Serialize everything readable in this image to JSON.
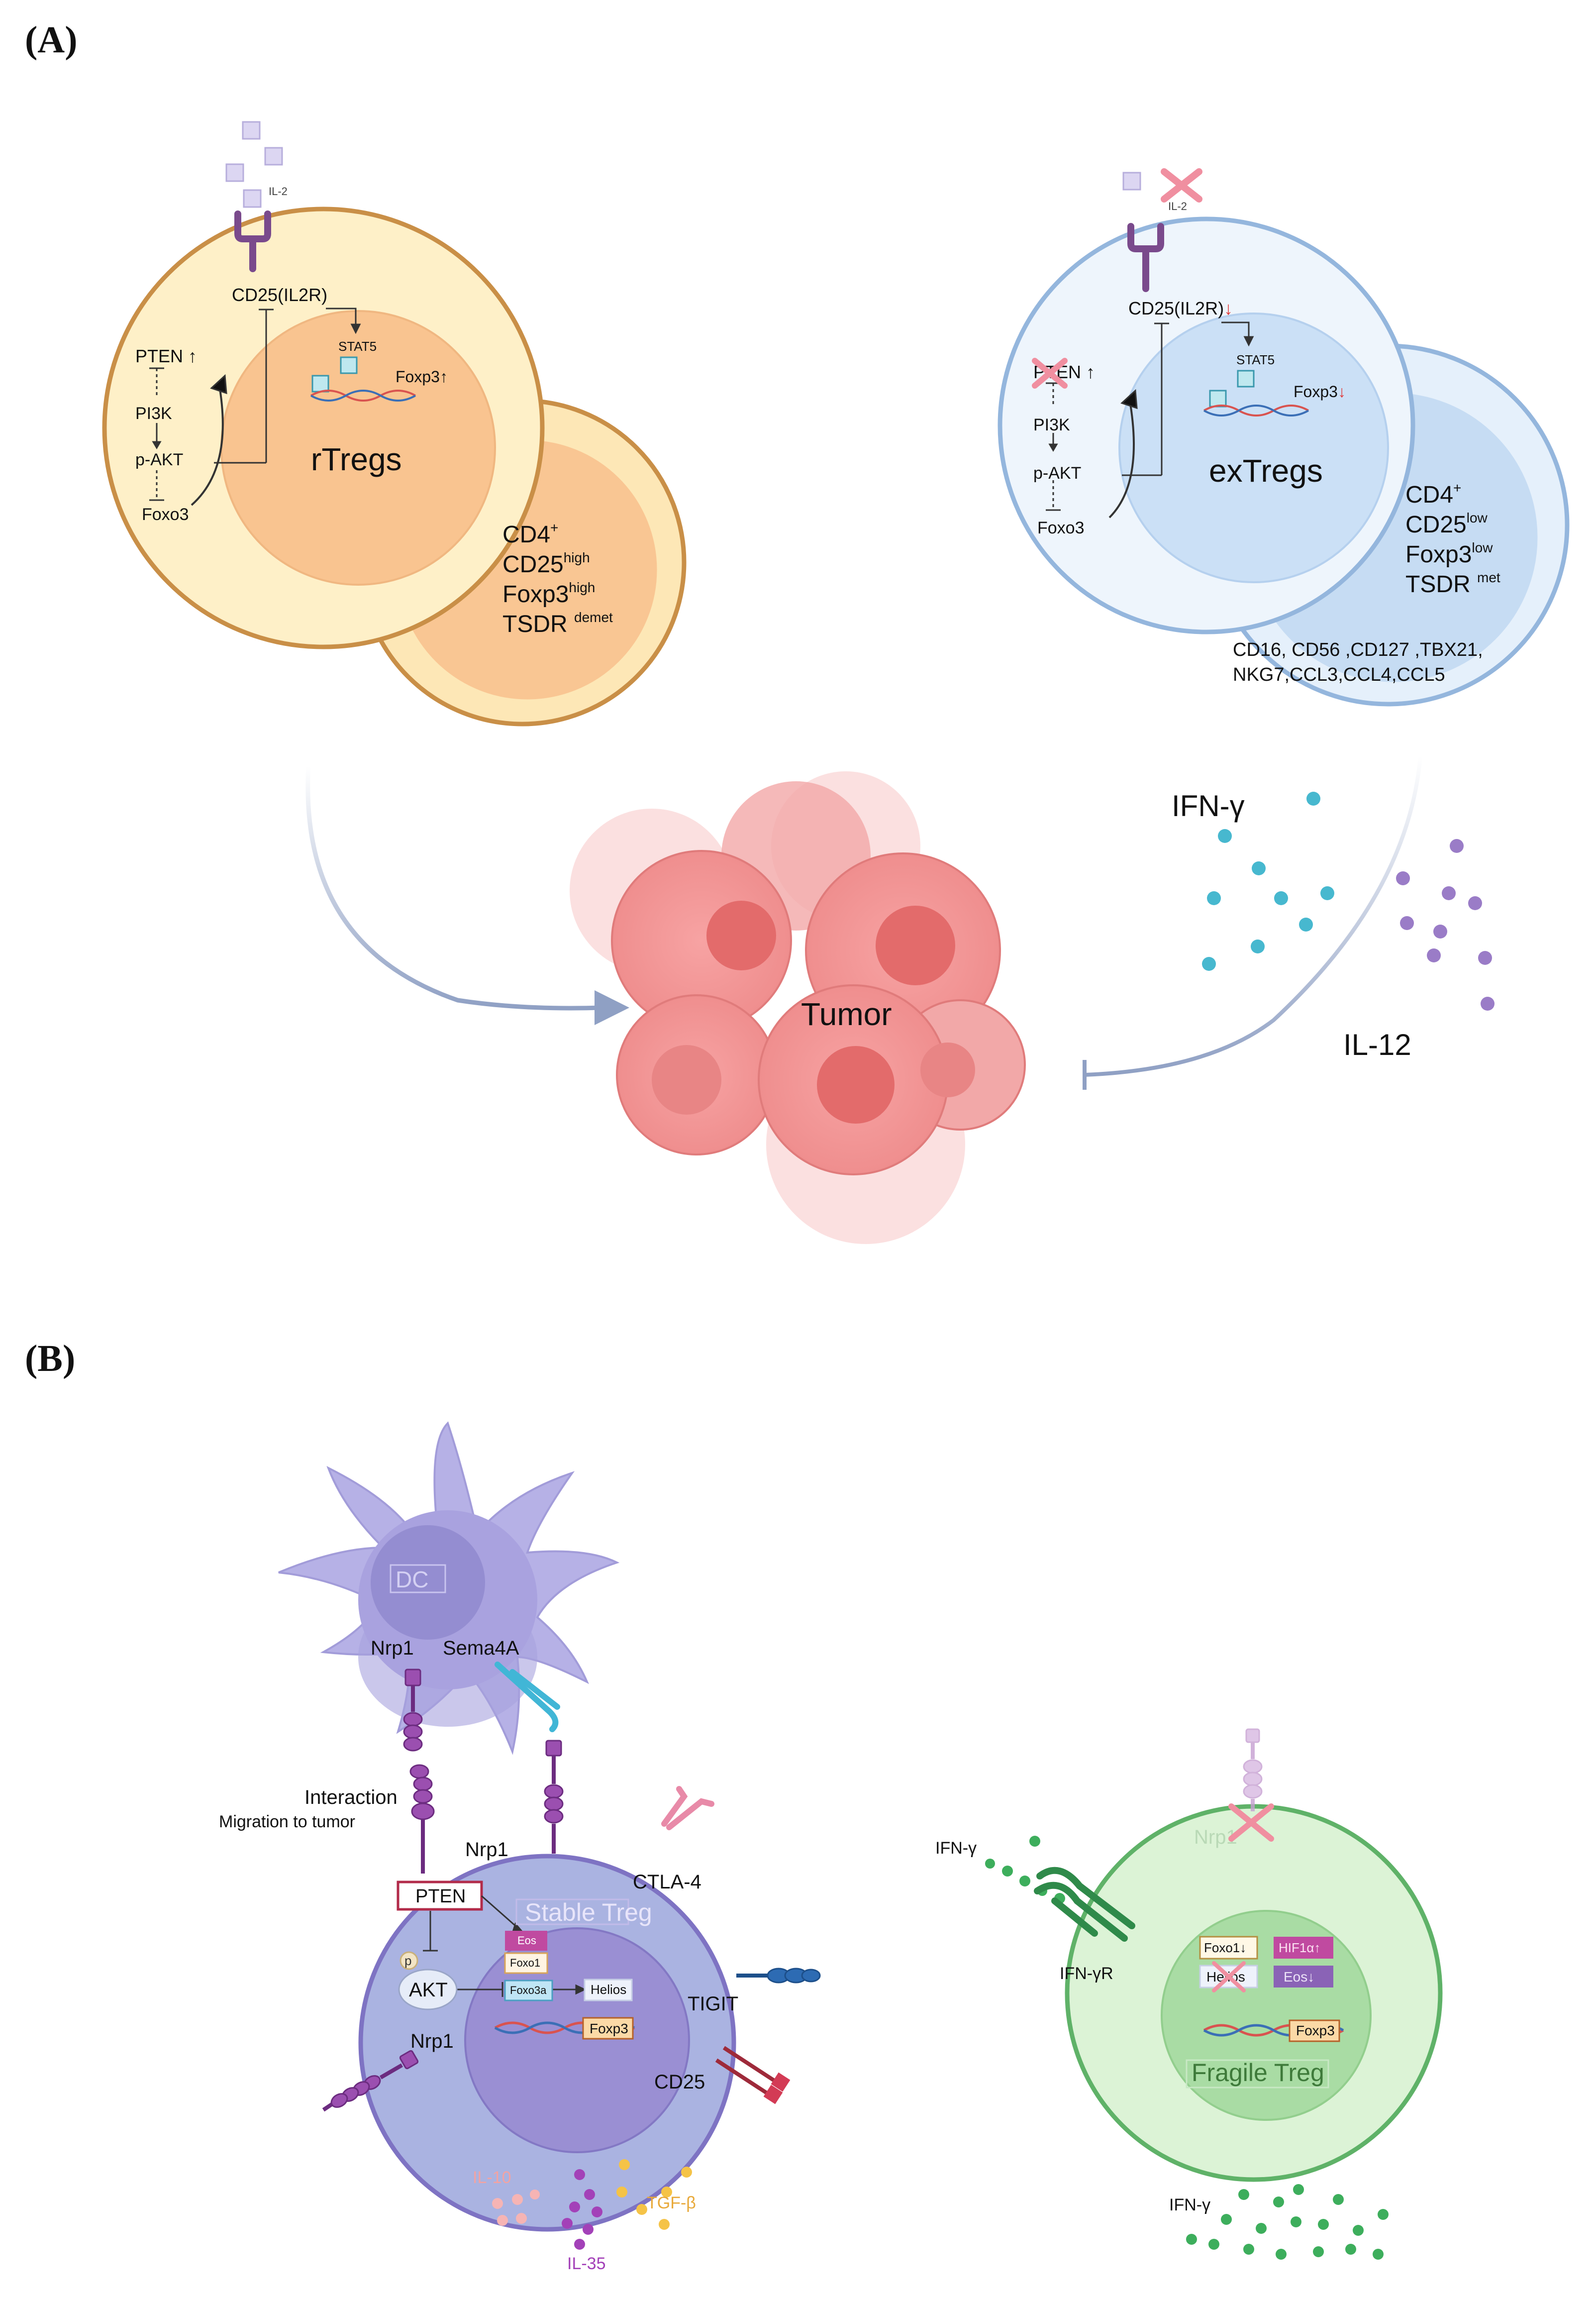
{
  "panel_a": {
    "label": "(A)",
    "rtregs": {
      "name": "rTregs",
      "il2": "IL-2",
      "cd25": "CD25(IL2R)",
      "stat5": "STAT5",
      "foxp3": "Foxp3",
      "foxp3_arrow": "↑",
      "pten": "PTEN",
      "pten_arrow": "↑",
      "pi3k": "PI3K",
      "pakt": "p-AKT",
      "foxo3": "Foxo3",
      "markers": [
        {
          "base": "CD4",
          "sup": "+"
        },
        {
          "base": "CD25",
          "sup": "high"
        },
        {
          "base": "Foxp3",
          "sup": "high"
        },
        {
          "base": "TSDR ",
          "sup": "demet"
        }
      ]
    },
    "extregs": {
      "name": "exTregs",
      "il2": "IL-2",
      "cd25": "CD25(IL2R)",
      "cd25_arrow": "↓",
      "stat5": "STAT5",
      "foxp3": "Foxp3",
      "foxp3_arrow": "↓",
      "pten": "PTEN",
      "pten_arrow": "↑",
      "pi3k": "PI3K",
      "pakt": "p-AKT",
      "foxo3": "Foxo3",
      "markers": [
        {
          "base": "CD4",
          "sup": "+"
        },
        {
          "base": "CD25",
          "sup": "low"
        },
        {
          "base": "Foxp3",
          "sup": "low"
        },
        {
          "base": "TSDR ",
          "sup": "met"
        }
      ],
      "genes_line1": "CD16,  CD56 ,CD127 ,TBX21,",
      "genes_line2": "NKG7,CCL3,CCL4,CCL5"
    },
    "tumor": "Tumor",
    "ifn_gamma": "IFN-γ",
    "il12": "IL-12"
  },
  "panel_b": {
    "label": "(B)",
    "dc": "DC",
    "nrp1_dc": "Nrp1",
    "sema4a": "Sema4A",
    "interaction": "Interaction",
    "migration": "Migration to tumor",
    "nrp1_top": "Nrp1",
    "nrp1_bottom": "Nrp1",
    "pten": "PTEN",
    "p": "p",
    "akt": "AKT",
    "ctla4": "CTLA-4",
    "tigit": "TIGIT",
    "cd25": "CD25",
    "stable_treg": "Stable Treg",
    "eos": "Eos",
    "foxo1": "Foxo1",
    "foxo3a": "Foxo3a",
    "helios": "Helios",
    "foxp3": "Foxp3",
    "il10": "IL-10",
    "il35": "IL-35",
    "tgfb": "TGF-β",
    "fragile": {
      "nrp1": "Nrp1",
      "ifn_left": "IFN-γ",
      "ifngr": "IFN-γR",
      "foxo1": "Foxo1↓",
      "hif1a": "HIF1α↑",
      "helios": "Helios",
      "eos": "Eos↓",
      "foxp3": "Foxp3",
      "name": "Fragile Treg",
      "ifn_bottom": "IFN-γ"
    }
  }
}
